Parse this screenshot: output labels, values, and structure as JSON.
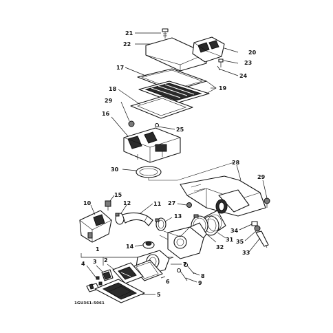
{
  "diagram_code": "1GU361-5061",
  "callouts": [
    {
      "key": "c21",
      "text": "21"
    },
    {
      "key": "c22",
      "text": "22"
    },
    {
      "key": "c20",
      "text": "20"
    },
    {
      "key": "c23",
      "text": "23"
    },
    {
      "key": "c24",
      "text": "24"
    },
    {
      "key": "c17",
      "text": "17"
    },
    {
      "key": "c19",
      "text": "19"
    },
    {
      "key": "c18",
      "text": "18"
    },
    {
      "key": "c29a",
      "text": "29"
    },
    {
      "key": "c16",
      "text": "16"
    },
    {
      "key": "c25",
      "text": "25"
    },
    {
      "key": "c30",
      "text": "30"
    },
    {
      "key": "c28",
      "text": "28"
    },
    {
      "key": "c29b",
      "text": "29"
    },
    {
      "key": "c27",
      "text": "27"
    },
    {
      "key": "c15",
      "text": "15"
    },
    {
      "key": "c10",
      "text": "10"
    },
    {
      "key": "c12",
      "text": "12"
    },
    {
      "key": "c11",
      "text": "11"
    },
    {
      "key": "c13",
      "text": "13"
    },
    {
      "key": "c34",
      "text": "34"
    },
    {
      "key": "c31",
      "text": "31"
    },
    {
      "key": "c35",
      "text": "35"
    },
    {
      "key": "c14",
      "text": "14"
    },
    {
      "key": "c32",
      "text": "32"
    },
    {
      "key": "c33",
      "text": "33"
    },
    {
      "key": "c1",
      "text": "1"
    },
    {
      "key": "c7",
      "text": "7"
    },
    {
      "key": "c4",
      "text": "4"
    },
    {
      "key": "c3",
      "text": "3"
    },
    {
      "key": "c2",
      "text": "2"
    },
    {
      "key": "c6",
      "text": "6"
    },
    {
      "key": "c8",
      "text": "8"
    },
    {
      "key": "c9",
      "text": "9"
    },
    {
      "key": "c5",
      "text": "5"
    }
  ]
}
